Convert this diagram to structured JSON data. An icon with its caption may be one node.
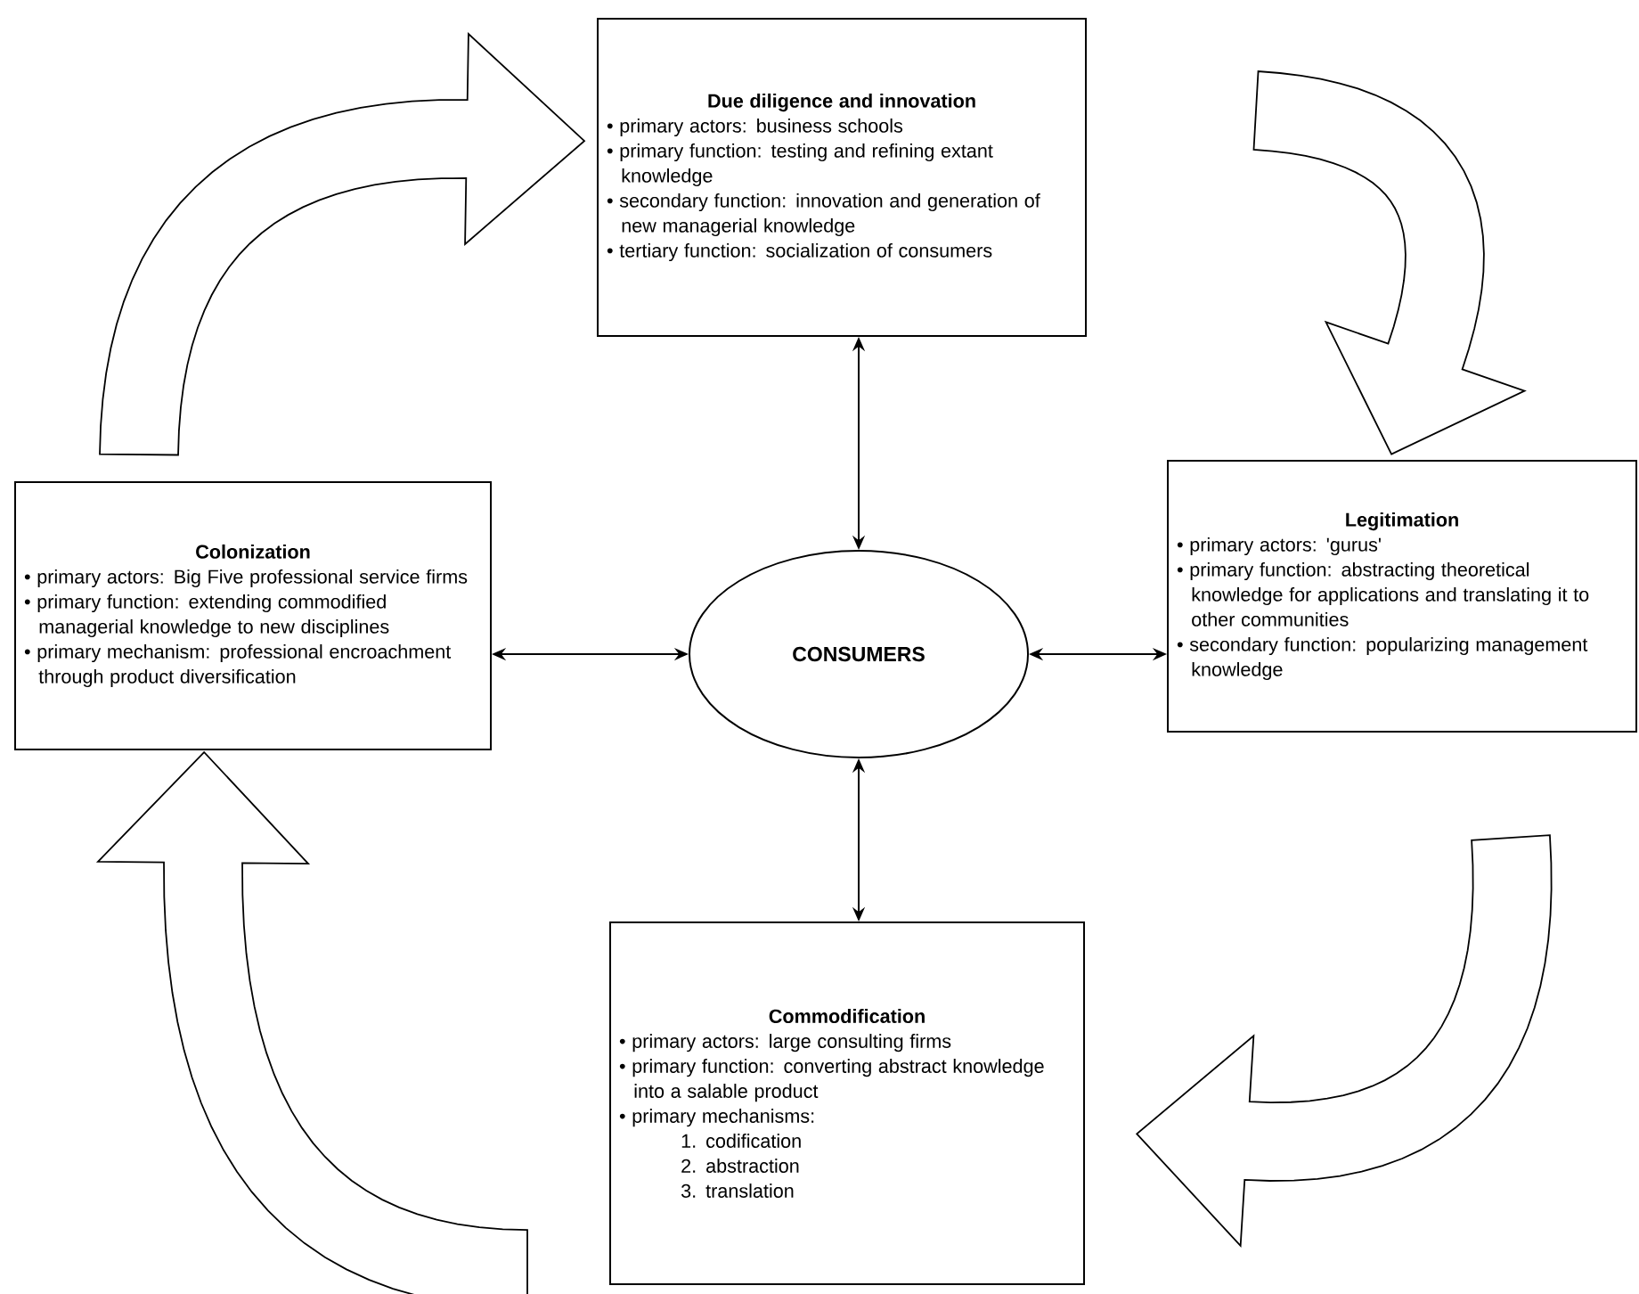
{
  "diagram": {
    "nodes": [
      {
        "text": [
          "Due diligence and innovation",
          "• primary actors: business schools",
          "• primary function: testing and refining extant knowledge",
          "• secondary function: innovation and generation of new managerial knowledge",
          "• tertiary function: socialization of consumers"
        ]
      },
      {
        "text": [
          "Colonization",
          "• primary actors: Big Five professional service firms",
          "• primary function: extending commodified managerial knowledge to new disciplines",
          "• primary mechanism: professional encroachment through product diversification"
        ]
      },
      {
        "text": [
          "CONSUMERS"
        ]
      },
      {
        "text": [
          "Legitimation",
          "• primary actors: 'gurus'",
          "• primary function: abstracting theoretical knowledge for applications and translating it to other communities",
          "• secondary function: popularizing management knowledge"
        ]
      },
      {
        "text": [
          "Commodification",
          "• primary actors: large consulting firms",
          "• primary function: converting abstract knowledge into a salable product",
          "• primary mechanisms:",
          "1. codification",
          "2. abstraction",
          "3. translation"
        ]
      }
    ],
    "edges": [
      {
        "from": 2,
        "to": 0,
        "arrow": "both"
      },
      {
        "from": 2,
        "to": 1,
        "arrow": "both"
      },
      {
        "from": 2,
        "to": 3,
        "arrow": "both"
      },
      {
        "from": 2,
        "to": 4,
        "arrow": "both"
      },
      {
        "from": 1,
        "to": 0,
        "arrow": "to",
        "style": "thick"
      },
      {
        "from": 0,
        "to": 3,
        "arrow": "to",
        "style": "thick"
      },
      {
        "from": 3,
        "to": 4,
        "arrow": "to",
        "style": "thick"
      },
      {
        "from": 4,
        "to": 1,
        "arrow": "to",
        "style": "thick"
      }
    ]
  }
}
